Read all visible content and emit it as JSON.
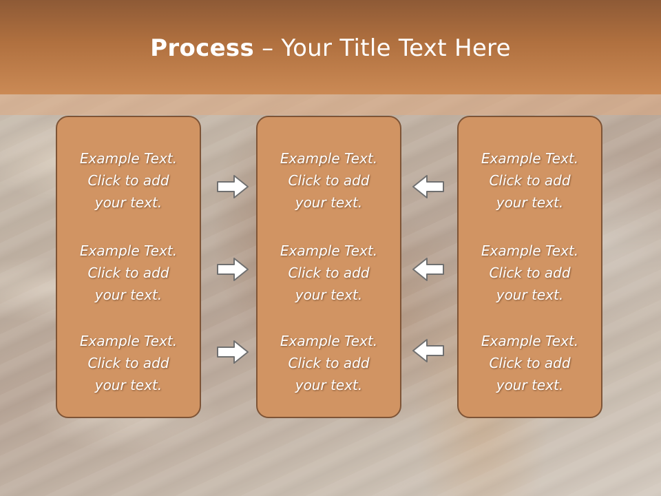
{
  "slide": {
    "title_bold": "Process",
    "title_rest": " – Your Title Text Here"
  },
  "columns": [
    {
      "items": [
        "Example Text.\nClick  to add\nyour text.",
        "Example Text.\nClick  to add\nyour text.",
        "Example Text.\nClick  to add\nyour text."
      ]
    },
    {
      "items": [
        "Example Text.\nClick  to add\nyour text.",
        "Example Text.\nClick  to add\nyour text.",
        "Example Text.\nClick  to add\nyour text."
      ]
    },
    {
      "items": [
        "Example Text.\nClick  to add\nyour text.",
        "Example Text.\nClick  to add\nyour text.",
        "Example Text.\nClick  to add\nyour text."
      ]
    }
  ],
  "arrows": {
    "left_to_middle": "arrow-right-icon",
    "right_to_middle": "arrow-left-icon"
  },
  "colors": {
    "title_bar": "#b0703f",
    "box_fill": "#d19463",
    "box_border": "#7e5436"
  }
}
